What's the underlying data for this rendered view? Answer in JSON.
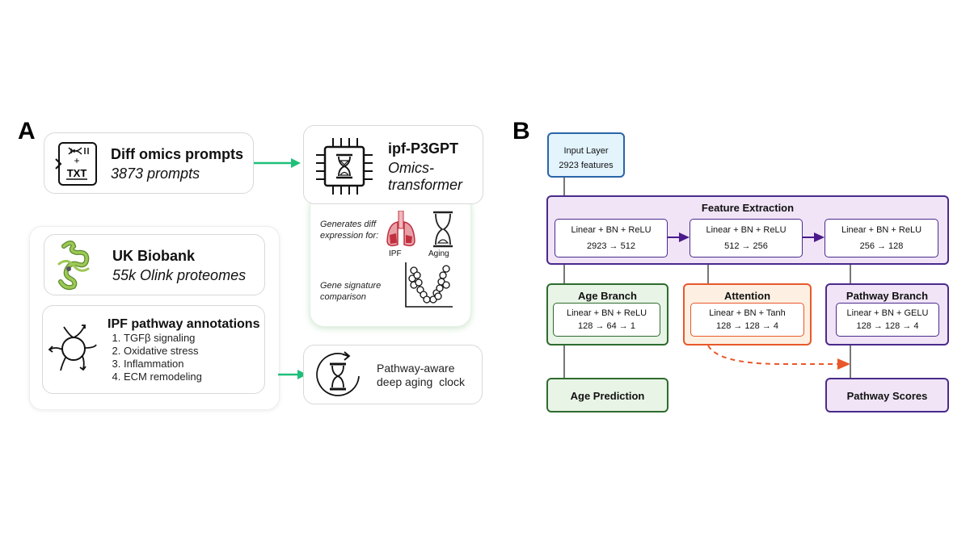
{
  "panel_a": {
    "letter": "A",
    "prompts_card": {
      "icon": "dna-plus-txt-icon",
      "icon_text": "TXT",
      "title": "Diff omics prompts",
      "subtitle": "3873 prompts"
    },
    "model_card": {
      "icon": "chip-hourglass-icon",
      "title": "ipf-P3GPT",
      "subtitle_line1": "Omics-",
      "subtitle_line2": "transformer"
    },
    "generates_card": {
      "generates_line1": "Generates diff",
      "generates_line2": "expression for:",
      "icons": [
        {
          "icon": "lungs-icon",
          "label": "IPF"
        },
        {
          "icon": "hourglass-icon",
          "label": "Aging"
        }
      ],
      "comparison_line1": "Gene signature",
      "comparison_line2": "comparison",
      "comparison_icon": "v-shaped-scatter-plot-icon"
    },
    "biobank_card": {
      "icon": "protein-structure-icon",
      "title": "UK Biobank",
      "subtitle": "55k Olink proteomes"
    },
    "pathway_card": {
      "icon": "cycle-arrows-icon",
      "title": "IPF pathway annotations",
      "items": [
        "TGFβ signaling",
        "Oxidative stress",
        "Inflammation",
        "ECM remodeling"
      ]
    },
    "clock_card": {
      "icon": "hourglass-cycle-icon",
      "line1": "Pathway-aware",
      "line2": "deep aging  clock"
    },
    "colors": {
      "arrow": "#1fbf7a",
      "lung": "#c0303e"
    }
  },
  "panel_b": {
    "letter": "B",
    "input_layer": {
      "line1": "Input Layer",
      "line2": "2923 features"
    },
    "feature_extraction": {
      "title": "Feature Extraction",
      "blocks": [
        {
          "op": "Linear + BN + ReLU",
          "dims": "2923 → 512"
        },
        {
          "op": "Linear + BN + ReLU",
          "dims": "512 → 256"
        },
        {
          "op": "Linear + BN + ReLU",
          "dims": "256 → 128"
        }
      ]
    },
    "age_branch": {
      "title": "Age Branch",
      "op": "Linear + BN + ReLU",
      "dims": "128 → 64 → 1"
    },
    "attention": {
      "title": "Attention",
      "op": "Linear + BN + Tanh",
      "dims": "128 → 128 → 4"
    },
    "pathway_branch": {
      "title": "Pathway Branch",
      "op": "Linear + BN + GELU",
      "dims": "128 → 128 → 4"
    },
    "age_prediction": {
      "title": "Age Prediction"
    },
    "pathway_scores": {
      "title": "Pathway Scores"
    },
    "colors": {
      "input_fill": "#e3f4fd",
      "input_border": "#2a65a8",
      "purple_fill": "#f0e4f6",
      "purple_border": "#4a2a8c",
      "green_fill": "#e8f4e6",
      "green_border": "#2e6b2e",
      "orange_fill": "#fdf0e2",
      "orange_border": "#e8582a"
    }
  }
}
